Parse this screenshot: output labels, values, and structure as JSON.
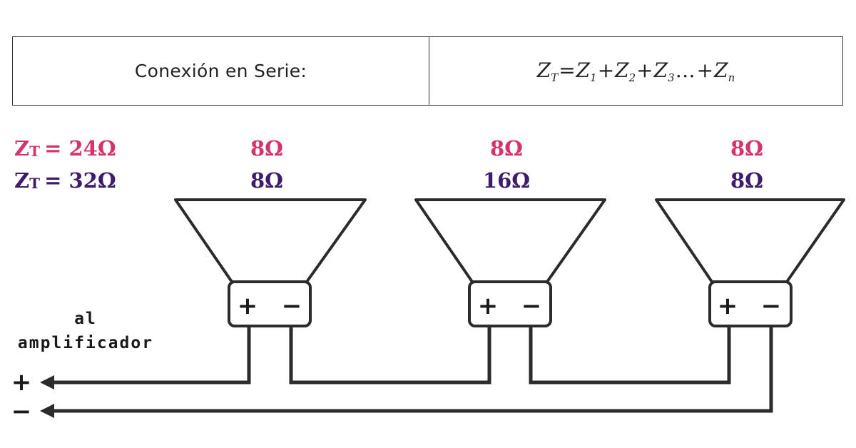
{
  "header": {
    "connection_label": "Conexión en Serie:",
    "formula": {
      "total_symbol": "Z",
      "total_sub": "T",
      "equals": "=",
      "terms": [
        {
          "symbol": "Z",
          "sub": "1"
        },
        {
          "symbol": "Z",
          "sub": "2"
        },
        {
          "symbol": "Z",
          "sub": "3"
        },
        {
          "symbol": "Z",
          "sub": "n"
        }
      ],
      "plus": "+",
      "ellipsis": "…"
    }
  },
  "totals": {
    "case_a": {
      "z": "Z",
      "sub": "T",
      "value": "= 24Ω",
      "color": "#d6336c"
    },
    "case_b": {
      "z": "Z",
      "sub": "T",
      "value": "= 32Ω",
      "color": "#3d1c6e"
    }
  },
  "speakers": [
    {
      "impedance_a": "8Ω",
      "impedance_b": "8Ω",
      "plus": "+",
      "minus": "−"
    },
    {
      "impedance_a": "8Ω",
      "impedance_b": "16Ω",
      "plus": "+",
      "minus": "−"
    },
    {
      "impedance_a": "8Ω",
      "impedance_b": "8Ω",
      "plus": "+",
      "minus": "−"
    }
  ],
  "amplifier": {
    "label_line1": "al",
    "label_line2": "amplificador",
    "plus": "+",
    "minus": "−"
  },
  "colors": {
    "pink": "#d6336c",
    "purple": "#3d1c6e",
    "line": "#2b2b2b"
  }
}
